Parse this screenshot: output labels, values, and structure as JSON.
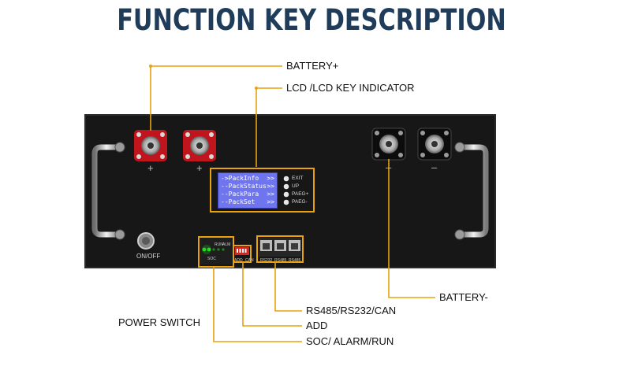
{
  "title": "FUNCTION KEY DESCRIPTION",
  "callouts": {
    "battery_plus": "BATTERY+",
    "lcd_key": "LCD /LCD KEY INDICATOR",
    "battery_minus": "BATTERY-",
    "rs485": "RS485/RS232/CAN",
    "add": "ADD",
    "soc": "SOC/ ALARM/RUN",
    "power_switch": "POWER SWITCH"
  },
  "lcd": {
    "rows": [
      {
        "text": "->PackInfo",
        "arrow": ">>"
      },
      {
        "text": "--PackStatus",
        "arrow": ">>"
      },
      {
        "text": "--PackPara",
        "arrow": ">>"
      },
      {
        "text": "--PackSet",
        "arrow": ">>"
      }
    ]
  },
  "keys": [
    "EXIT",
    "UP",
    "PAEG+",
    "PAEG-"
  ],
  "panel": {
    "onoff": "ON/OFF",
    "plus": "+",
    "minus": "–",
    "run": "RUN",
    "alm": "ALM",
    "soc": "SOC",
    "add": "ADD",
    "can": "CAN",
    "rs232": "RS232",
    "rs485": "RS485",
    "rs485b": "RS485"
  },
  "colors": {
    "accent": "#e8a20b",
    "title": "#1f3d5a",
    "lcd": "#6f75ee",
    "terminal_red": "#c0151d",
    "led": "#22dd22"
  }
}
